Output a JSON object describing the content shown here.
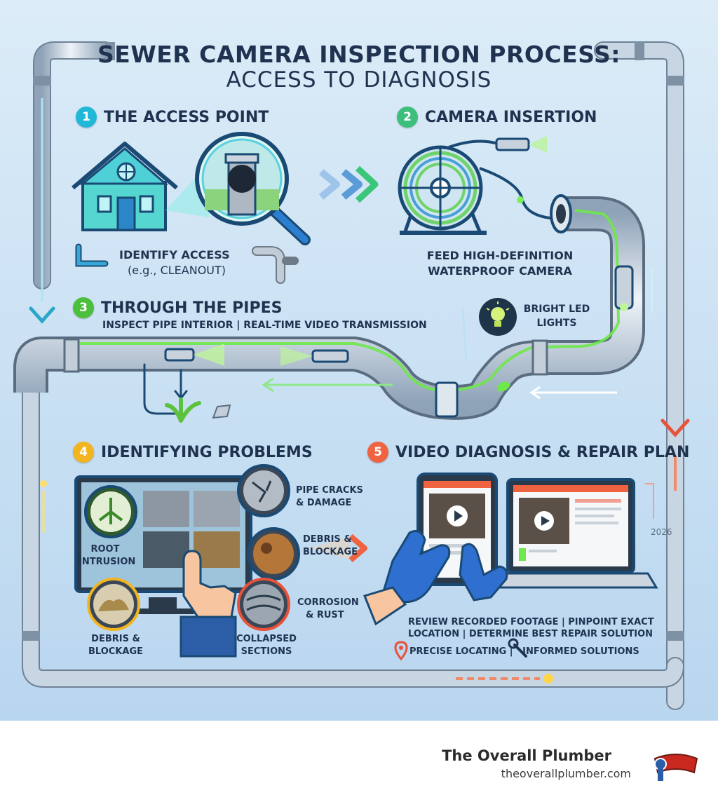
{
  "title": {
    "line1": "SEWER CAMERA INSPECTION PROCESS:",
    "line2": "ACCESS TO DIAGNOSIS"
  },
  "steps": [
    {
      "number": "1",
      "title": "THE ACCESS POINT",
      "color": "#21b8d8"
    },
    {
      "number": "2",
      "title": "CAMERA INSERTION",
      "color": "#3bbf7a"
    },
    {
      "number": "3",
      "title": "THROUGH THE PIPES",
      "color": "#4cbf3c"
    },
    {
      "number": "4",
      "title": "IDENTIFYING PROBLEMS",
      "color": "#f2b51f"
    },
    {
      "number": "5",
      "title": "VIDEO DIAGNOSIS & REPAIR PLAN",
      "color": "#ef6340"
    }
  ],
  "step1": {
    "line1": "IDENTIFY ACCESS",
    "line2": "(e.g., CLEANOUT)"
  },
  "step2": {
    "line1": "FEED HIGH-DEFINITION",
    "line2": "WATERPROOF CAMERA",
    "led_line1": "BRIGHT LED",
    "led_line2": "LIGHTS"
  },
  "step3": {
    "subtitle": "INSPECT PIPE INTERIOR | REAL-TIME VIDEO TRANSMISSION"
  },
  "step4": {
    "pipe_cracks_1": "PIPE CRACKS",
    "pipe_cracks_2": "& DAMAGE",
    "debris_right_1": "DEBRIS &",
    "debris_right_2": "BLOCKAGE",
    "root_1": "ROOT",
    "root_2": "INTRUSION",
    "corrosion_1": "CORROSION",
    "corrosion_2": "& RUST",
    "debris_left_1": "DEBRIS &",
    "debris_left_2": "BLOCKAGE",
    "collapsed_1": "COLLAPSED",
    "collapsed_2": "SECTIONS"
  },
  "step5": {
    "year": "2026",
    "line1": "REVIEW RECORDED FOOTAGE | PINPOINT EXACT",
    "line2": "LOCATION | DETERMINE BEST REPAIR SOLUTION",
    "line3": "PRECISE LOCATING |   INFORMED SOLUTIONS"
  },
  "footer": {
    "brand": "The Overall Plumber",
    "url": "theoverallplumber.com"
  },
  "colors": {
    "title": "#1f3350",
    "pipe": "#a9b8c8",
    "glow": "#6ee84a",
    "accent_red": "#e8523a"
  }
}
